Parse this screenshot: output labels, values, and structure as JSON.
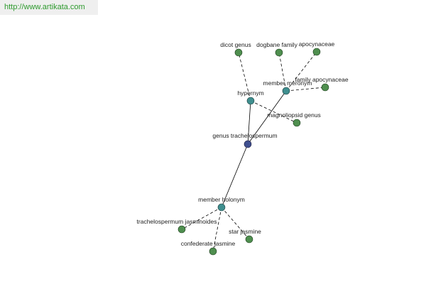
{
  "watermark": "http://www.artikata.com",
  "colors": {
    "root": "#3f4f8f",
    "relation": "#3f8f8f",
    "leaf": "#4f8f4f",
    "edge": "#000000"
  },
  "nodes": {
    "root": {
      "label": "genus trachelospermum"
    },
    "hypernym": {
      "label": "hypernym"
    },
    "member_meronym": {
      "label": "member meronym"
    },
    "member_holonym": {
      "label": "member holonym"
    },
    "dicot_genus": {
      "label": "dicot genus"
    },
    "dogbane_family": {
      "label": "dogbane family"
    },
    "apocynaceae": {
      "label": "apocynaceae"
    },
    "family_apocynaceae": {
      "label": "family apocynaceae"
    },
    "magnoliopsid_genus": {
      "label": "magnoliopsid genus"
    },
    "trachelospermum_jasminoides": {
      "label": "trachelospermum jasminoides"
    },
    "confederate_jasmine": {
      "label": "confederate jasmine"
    },
    "star_jasmine": {
      "label": "star jasmine"
    }
  }
}
